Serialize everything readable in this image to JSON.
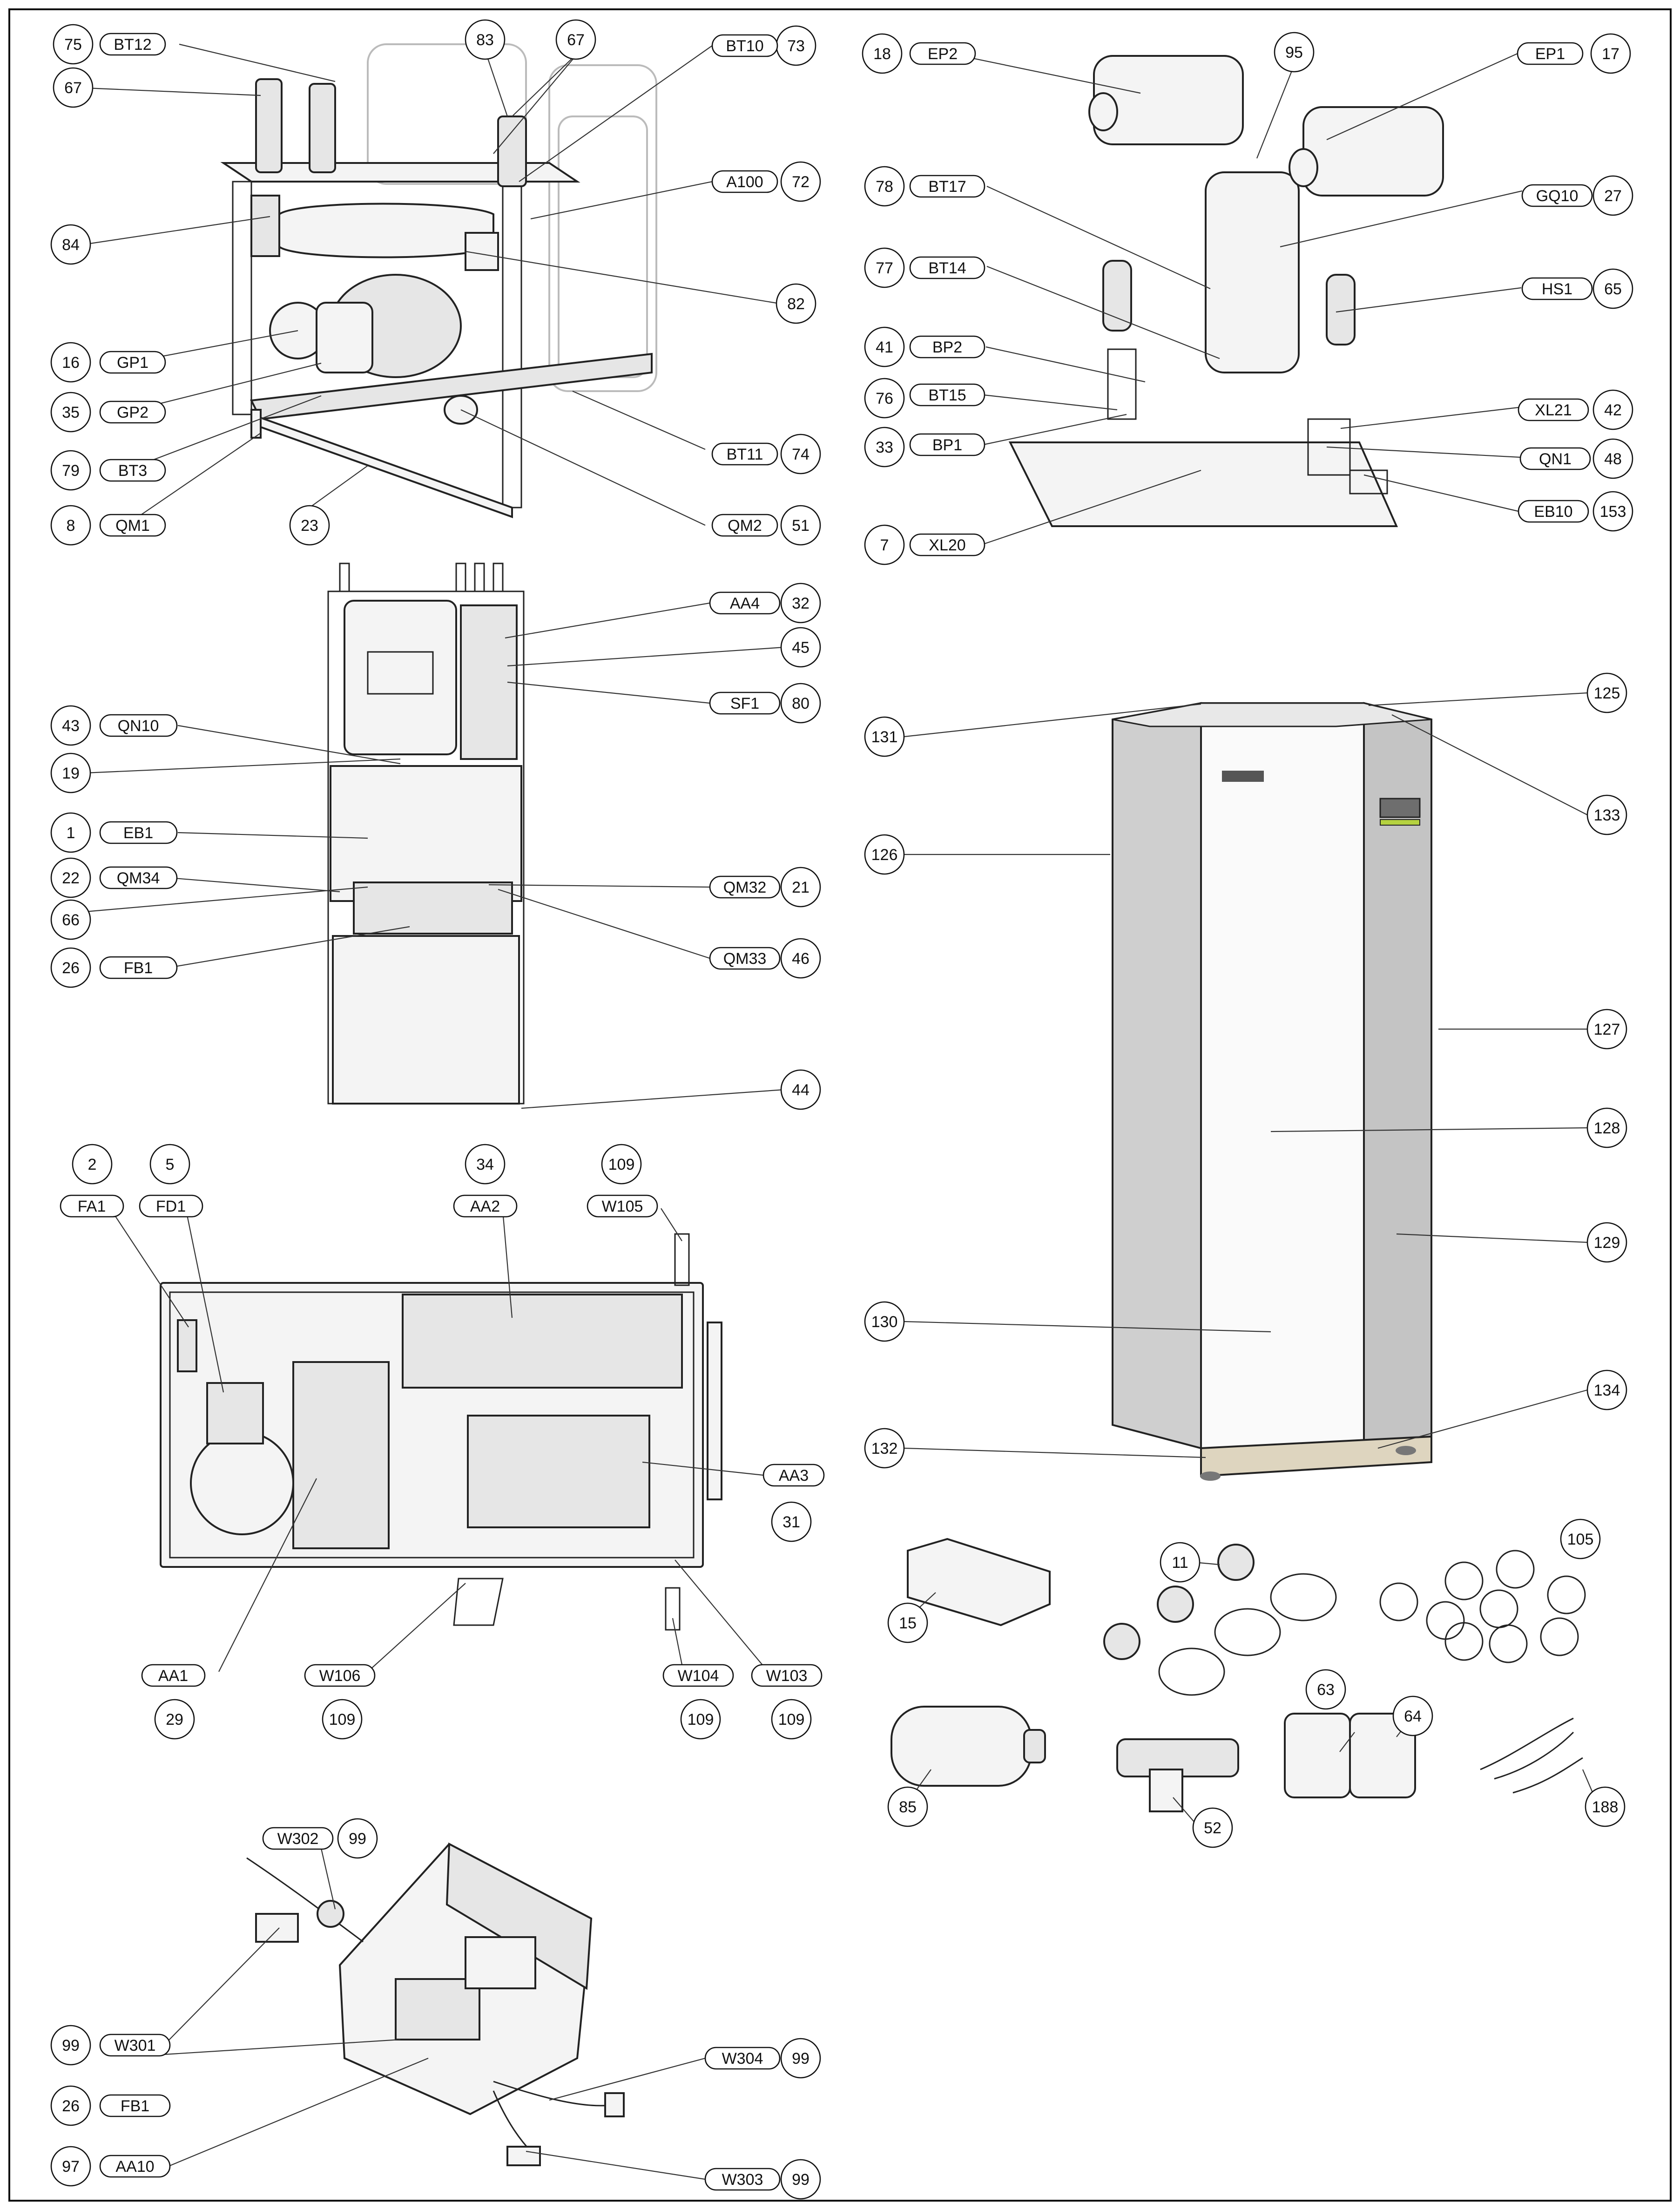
{
  "callouts": {
    "c75": "75",
    "c67a": "67",
    "c83": "83",
    "c67b": "67",
    "c73": "73",
    "c72": "72",
    "c84": "84",
    "c82": "82",
    "c16": "16",
    "c35": "35",
    "c79": "79",
    "c8": "8",
    "c23": "23",
    "c74": "74",
    "c51": "51",
    "c18": "18",
    "c95": "95",
    "c17": "17",
    "c78": "78",
    "c27": "27",
    "c77": "77",
    "c65": "65",
    "c41": "41",
    "c76": "76",
    "c42": "42",
    "c33": "33",
    "c48": "48",
    "c153": "153",
    "c7": "7",
    "c32": "32",
    "c45": "45",
    "c80": "80",
    "c43": "43",
    "c19": "19",
    "c1": "1",
    "c22": "22",
    "c66": "66",
    "c21": "21",
    "c26a": "26",
    "c46": "46",
    "c44": "44",
    "c131": "131",
    "c125": "125",
    "c133": "133",
    "c126": "126",
    "c127": "127",
    "c128": "128",
    "c129": "129",
    "c130": "130",
    "c134": "134",
    "c132": "132",
    "c2": "2",
    "c5": "5",
    "c34": "34",
    "c109a": "109",
    "c31": "31",
    "c29": "29",
    "c109b": "109",
    "c109c": "109",
    "c109d": "109",
    "c99a": "99",
    "c99b": "99",
    "c26b": "26",
    "c99c": "99",
    "c97": "97",
    "c99d": "99",
    "c15": "15",
    "c11": "11",
    "c105": "105",
    "c63": "63",
    "c64": "64",
    "c85": "85",
    "c52": "52",
    "c188": "188"
  },
  "codes": {
    "BT12": "BT12",
    "BT10": "BT10",
    "A100": "A100",
    "GP1": "GP1",
    "GP2": "GP2",
    "BT3": "BT3",
    "QM1": "QM1",
    "BT11": "BT11",
    "QM2": "QM2",
    "EP2": "EP2",
    "EP1": "EP1",
    "BT17": "BT17",
    "GQ10": "GQ10",
    "BT14": "BT14",
    "HS1": "HS1",
    "BP2": "BP2",
    "BT15": "BT15",
    "XL21": "XL21",
    "BP1": "BP1",
    "QN1": "QN1",
    "EB10": "EB10",
    "XL20": "XL20",
    "AA4": "AA4",
    "SF1": "SF1",
    "QN10": "QN10",
    "EB1": "EB1",
    "QM34": "QM34",
    "QM32": "QM32",
    "FB1a": "FB1",
    "QM33": "QM33",
    "FA1": "FA1",
    "FD1": "FD1",
    "AA2": "AA2",
    "W105": "W105",
    "AA3": "AA3",
    "AA1": "AA1",
    "W106": "W106",
    "W104": "W104",
    "W103": "W103",
    "W302": "W302",
    "W301": "W301",
    "FB1b": "FB1",
    "W304": "W304",
    "AA10": "AA10",
    "W303": "W303"
  }
}
